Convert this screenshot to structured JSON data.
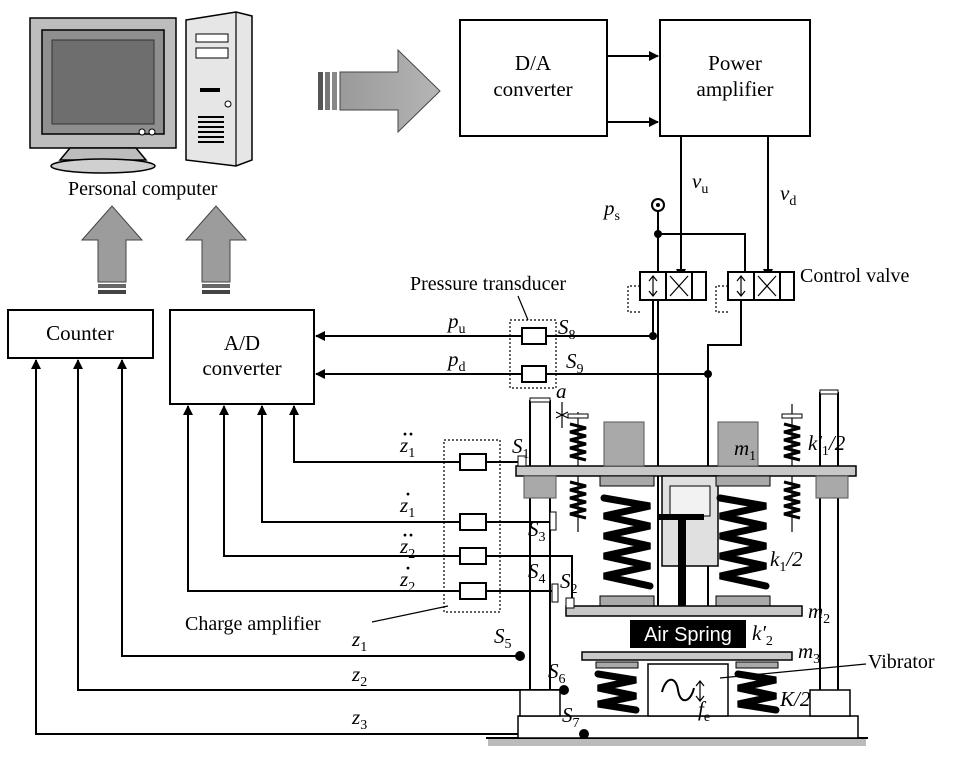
{
  "labels": {
    "personal_computer": "Personal computer",
    "da_converter_line1": "D/A",
    "da_converter_line2": "converter",
    "power_amp_line1": "Power",
    "power_amp_line2": "amplifier",
    "counter": "Counter",
    "ad_converter_line1": "A/D",
    "ad_converter_line2": "converter",
    "pressure_transducer": "Pressure transducer",
    "control_valve": "Control valve",
    "charge_amplifier": "Charge amplifier",
    "air_spring": "Air Spring",
    "vibrator": "Vibrator"
  },
  "symbols": {
    "ps": "p",
    "ps_sub": "s",
    "vu": "v",
    "vu_sub": "u",
    "vd": "v",
    "vd_sub": "d",
    "pu": "p",
    "pu_sub": "u",
    "pd": "p",
    "pd_sub": "d",
    "s1": "S",
    "s1_sub": "1",
    "s2": "S",
    "s2_sub": "2",
    "s3": "S",
    "s3_sub": "3",
    "s4": "S",
    "s4_sub": "4",
    "s5": "S",
    "s5_sub": "5",
    "s6": "S",
    "s6_sub": "6",
    "s7": "S",
    "s7_sub": "7",
    "s8": "S",
    "s8_sub": "8",
    "s9": "S",
    "s9_sub": "9",
    "a": "a",
    "m1": "m",
    "m1_sub": "1",
    "m2": "m",
    "m2_sub": "2",
    "m3": "m",
    "m3_sub": "3",
    "k1p": "k′",
    "k1p_sub": "1",
    "k1p_tail": "/2",
    "k1": "k",
    "k1_sub": "1",
    "k1_tail": "/2",
    "k2p": "k′",
    "k2p_sub": "2",
    "K": "K/2",
    "fe": "f",
    "fe_sub": "e",
    "z1dd": "z",
    "z1dd_sub": "1",
    "z1d": "z",
    "z1d_sub": "1",
    "z2dd": "z",
    "z2dd_sub": "2",
    "z2d": "z",
    "z2d_sub": "2",
    "z1": "z",
    "z1_sub": "1",
    "z2": "z",
    "z2_sub": "2",
    "z3": "z",
    "z3_sub": "3"
  }
}
